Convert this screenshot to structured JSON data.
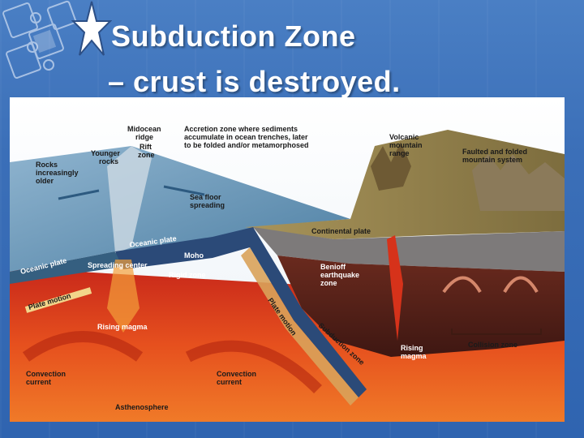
{
  "slide": {
    "title_line1": "Subduction Zone",
    "title_line2": "– crust is destroyed."
  },
  "icons": {
    "logo": "puzzle-pieces-icon",
    "bullet": "star-icon"
  },
  "colors": {
    "background": "#3b6fb8",
    "title": "#ffffff",
    "magma": "#e8501a",
    "ocean": "#5f8fb3",
    "land": "#8a7a4a"
  },
  "diagram": {
    "labels": {
      "midocean_ridge": [
        "Midocean",
        "ridge"
      ],
      "rift_zone": [
        "Rift",
        "zone"
      ],
      "younger_rocks": [
        "Younger",
        "rocks"
      ],
      "rocks_older": [
        "Rocks",
        "increasingly",
        "older"
      ],
      "accretion_zone": [
        "Accretion zone where sediments",
        "accumulate in ocean trenches, later",
        "to be folded and/or metamorphosed"
      ],
      "volcanic_range": [
        "Volcanic",
        "mountain",
        "range"
      ],
      "faulted_system": [
        "Faulted and folded",
        "mountain system"
      ],
      "sea_floor_spreading": [
        "Sea floor",
        "spreading"
      ],
      "continental_plate": "Continental plate",
      "oceanic_plate_top": "Oceanic plate",
      "oceanic_plate_left": "Oceanic plate",
      "moho": "Moho",
      "spreading_center": "Spreading center",
      "rigid_zone": "Rigid zone",
      "plate_motion_left": "Plate motion",
      "plate_motion_right": "Plate motion",
      "benioff_zone": [
        "Benioff",
        "earthquake",
        "zone"
      ],
      "subduction_zone": "Subduction zone",
      "rising_magma_left": "Rising magma",
      "rising_magma_right": [
        "Rising",
        "magma"
      ],
      "collision_zone": "Collision zone",
      "convection_left": [
        "Convection",
        "current"
      ],
      "convection_right": [
        "Convection",
        "current"
      ],
      "asthenosphere": "Asthenosphere"
    }
  }
}
